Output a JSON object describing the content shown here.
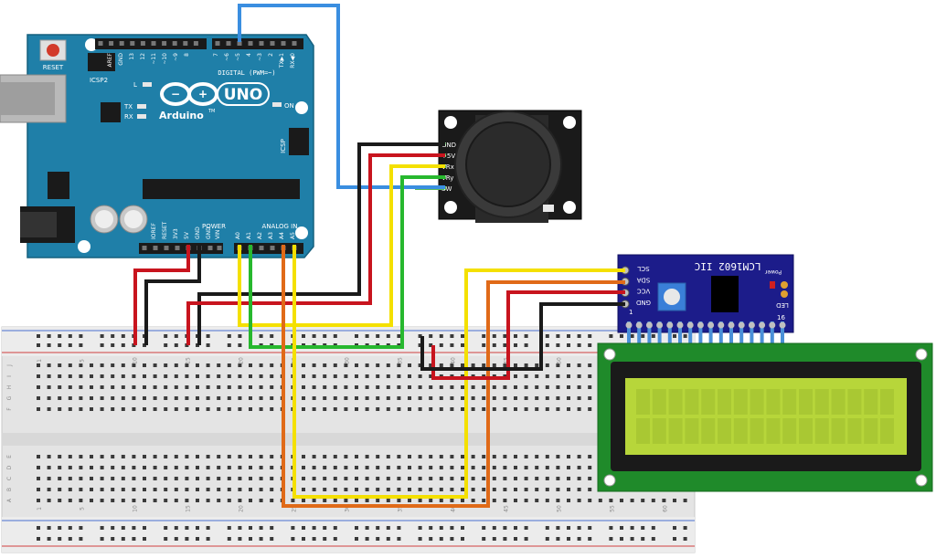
{
  "arduino": {
    "reset_label": "RESET",
    "icsp2_label": "ICSP2",
    "icsp_label": "ICSP",
    "l_label": "L",
    "tx_label": "TX",
    "rx_label": "RX",
    "uno_label": "UNO",
    "brand_label": "Arduino",
    "tm_label": "TM",
    "on_label": "ON",
    "digital_label": "DIGITAL (PWM=~)",
    "power_label": "POWER",
    "analog_label": "ANALOG IN",
    "top_header_labels": [
      "AREF",
      "GND",
      "13",
      "12",
      "~11",
      "~10",
      "~9",
      "8",
      "7",
      "~6",
      "~5",
      "4",
      "~3",
      "2",
      "TX▶1",
      "RX◀0"
    ],
    "power_header_labels": [
      "IOREF",
      "RESET",
      "3V3",
      "5V",
      "GND",
      "GND",
      "VIN"
    ],
    "analog_header_labels": [
      "A0",
      "A1",
      "A2",
      "A3",
      "A4",
      "A5"
    ],
    "color": "#1f7fa8"
  },
  "joystick": {
    "pin_labels": [
      "GND",
      "+5V",
      "VRx",
      "VRy",
      "SW"
    ],
    "color": "#1a1a1a"
  },
  "i2c_module": {
    "title": "LCM1602 IIC",
    "power_label": "Power",
    "led_label": "LED",
    "pin_labels": [
      "SCL",
      "SDA",
      "VCC",
      "GND"
    ],
    "pin1_label": "1",
    "pin16_label": "16",
    "color": "#1c1c8a"
  },
  "lcd": {
    "board_color": "#1f8a2a",
    "screen_color": "#b7d63a"
  },
  "breadboard": {
    "column_numbers": [
      "1",
      "5",
      "10",
      "15",
      "20",
      "25",
      "30",
      "35",
      "40",
      "45",
      "50",
      "55",
      "60"
    ],
    "row_letters_top": [
      "J",
      "I",
      "H",
      "G",
      "F"
    ],
    "row_letters_bottom": [
      "E",
      "D",
      "C",
      "B",
      "A"
    ]
  },
  "wire_colors": {
    "blue": "#3a8ee0",
    "black": "#1a1a1a",
    "red": "#c8141e",
    "yellow": "#f4e000",
    "green": "#27b82e",
    "orange": "#e06a18"
  }
}
